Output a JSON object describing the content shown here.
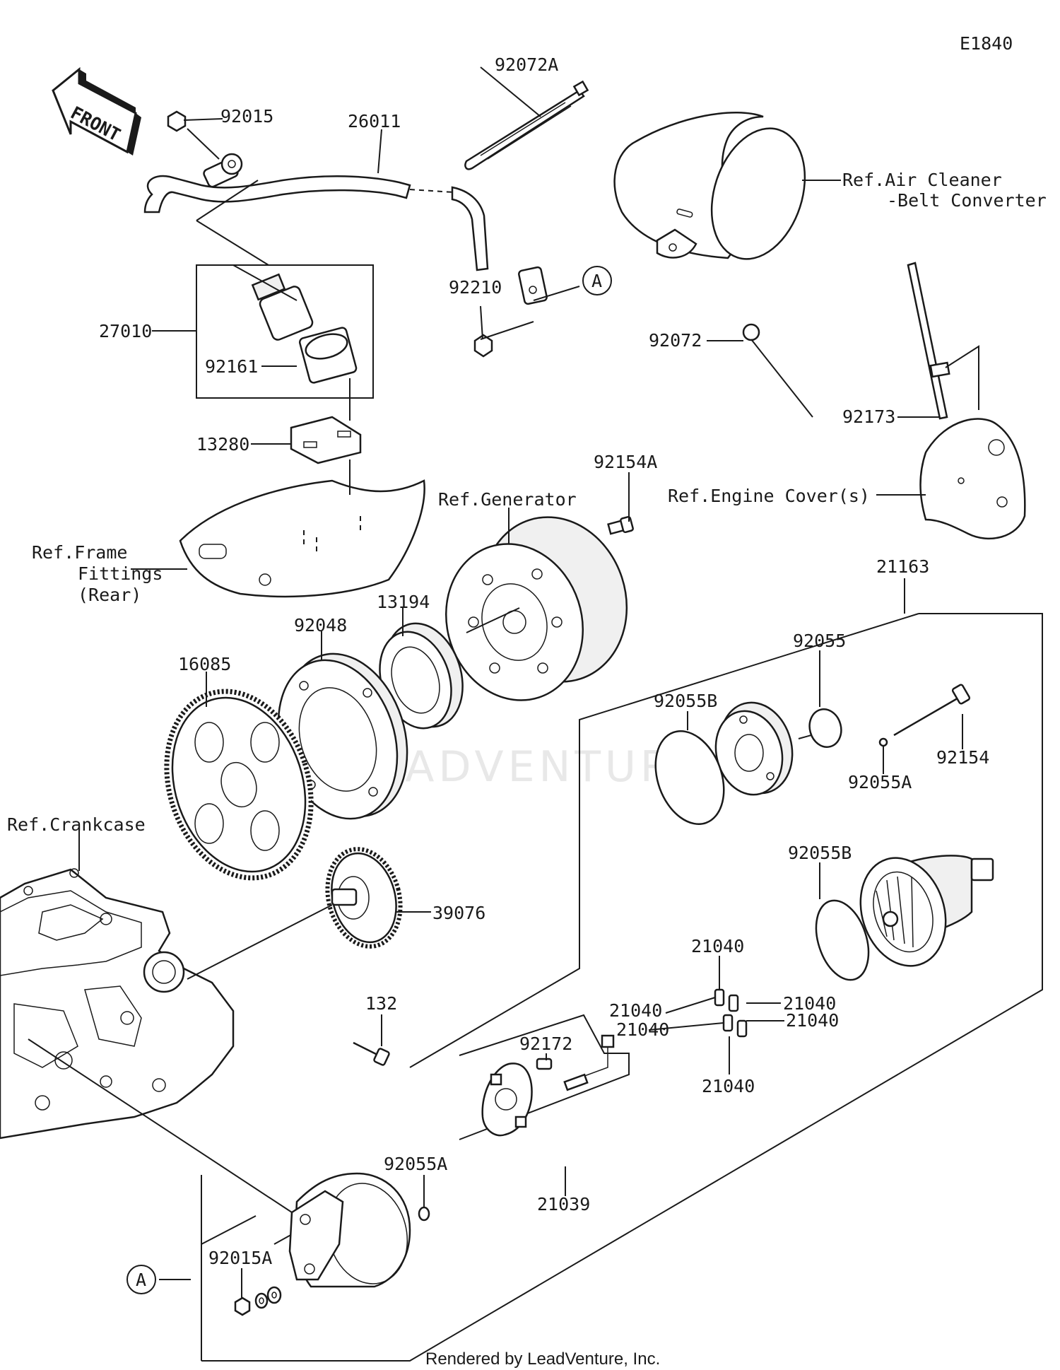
{
  "diagram_code": "E1840",
  "front_label": "FRONT",
  "watermark": "LEADVENTURE",
  "footer": "Rendered by LeadVenture, Inc.",
  "callout_letter": "A",
  "parts": {
    "p92072A": "92072A",
    "p92015": "92015",
    "p26011": "26011",
    "p27010": "27010",
    "p92161": "92161",
    "p92210": "92210",
    "p13280": "13280",
    "p92072": "92072",
    "p92173": "92173",
    "p92154A": "92154A",
    "p13194": "13194",
    "p92048": "92048",
    "p16085": "16085",
    "p21163": "21163",
    "p92055": "92055",
    "p92055B_top": "92055B",
    "p92154": "92154",
    "p92055A_right": "92055A",
    "p39076": "39076",
    "p92055B_mid": "92055B",
    "p21040_top": "21040",
    "p21040_l1": "21040",
    "p21040_r1": "21040",
    "p21040_l2": "21040",
    "p21040_r2": "21040",
    "p21040_bottom": "21040",
    "p132": "132",
    "p92172": "92172",
    "p92055A_left": "92055A",
    "p21039": "21039",
    "p92015A": "92015A"
  },
  "references": {
    "air_cleaner_1": "Ref.Air Cleaner",
    "air_cleaner_2": "-Belt Converter",
    "engine_cover": "Ref.Engine Cover(s)",
    "generator": "Ref.Generator",
    "frame_1": "Ref.Frame",
    "frame_2": "Fittings",
    "frame_3": "(Rear)",
    "crankcase": "Ref.Crankcase"
  }
}
